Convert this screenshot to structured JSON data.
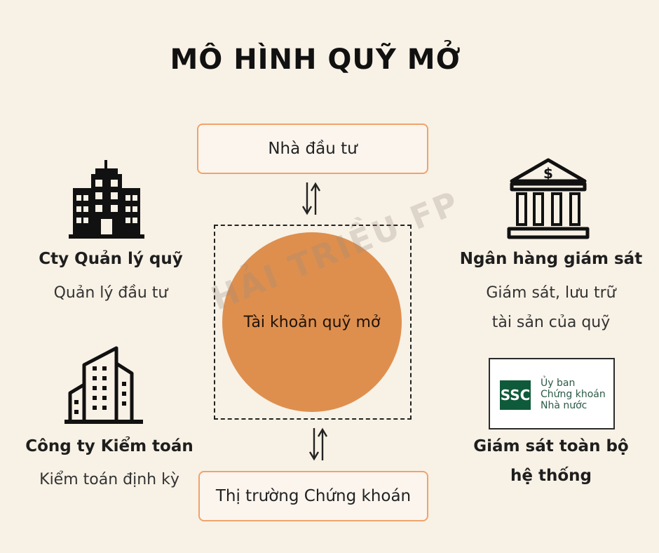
{
  "title": "MÔ HÌNH QUỸ MỞ",
  "watermark": "HẢI TRIỀU FP",
  "top_box": "Nhà đầu tư",
  "center_circle": "Tài khoản quỹ mở",
  "bottom_box": "Thị trường Chứng khoán",
  "left_top": {
    "icon": "office-building-icon",
    "title": "Cty Quản lý quỹ",
    "desc": "Quản lý đầu tư"
  },
  "left_bottom": {
    "icon": "tower-building-icon",
    "title": "Công ty Kiểm toán",
    "desc": "Kiểm toán định kỳ"
  },
  "right_top": {
    "icon": "bank-dollar-icon",
    "title": "Ngân hàng giám sát",
    "desc_line1": "Giám sát, lưu trữ",
    "desc_line2": "tài sản của quỹ"
  },
  "right_bottom": {
    "logo_badge": "SSC",
    "logo_line1": "Ủy ban",
    "logo_line2": "Chứng khoán",
    "logo_line3": "Nhà nước",
    "title_line1": "Giám sát toàn bộ",
    "title_line2": "hệ thống"
  },
  "colors": {
    "background": "#f8f1e6",
    "box_border": "#f0a36a",
    "circle": "#de8f4e",
    "ssc_green": "#0f5a3a"
  }
}
